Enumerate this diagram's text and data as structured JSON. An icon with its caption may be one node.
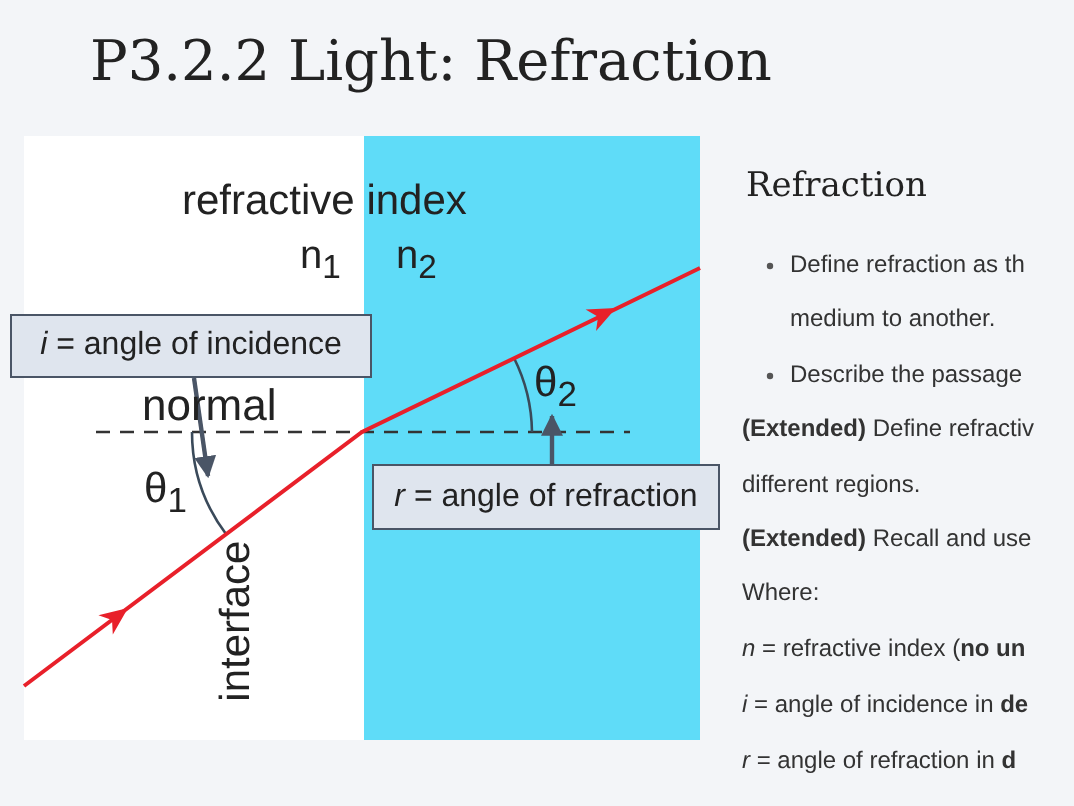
{
  "diagram": {
    "title": "P3.2.2 Light: Refraction",
    "nodes": [
      {
        "text": [
          "*i* = angle of incidence"
        ]
      },
      {
        "text": [
          "*r* = angle of refraction"
        ]
      },
      {
        "text": [
          "θ$_{1}$"
        ]
      },
      {
        "text": [
          "θ$_{2}$"
        ]
      }
    ],
    "edges": [
      {
        "from": 0,
        "to": 2,
        "arrow": "to"
      },
      {
        "from": 1,
        "to": 3,
        "arrow": "to"
      }
    ],
    "labels": [
      "refractive index",
      "n$_{1}$",
      "n$_{2}$",
      "normal",
      "interface",
      "Refraction",
      "Define refraction as th",
      "medium to another.",
      "Describe the passage",
      "**(Extended)** Define refractiv",
      "different regions.",
      "**(Extended)** Recall and use",
      "Where:",
      "*n* = refractive index (**no un**",
      "*i* = angle of incidence in **de**",
      "*r* = angle of refraction in **d**"
    ]
  }
}
